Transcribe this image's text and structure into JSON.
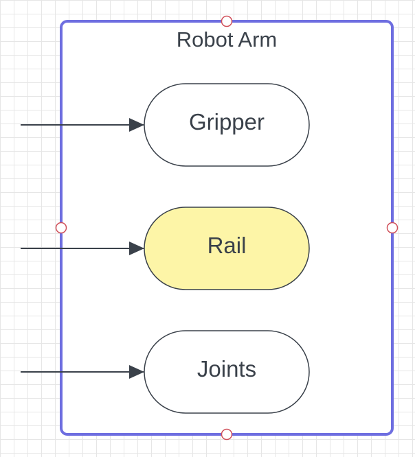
{
  "diagram": {
    "container": {
      "title": "Robot Arm",
      "border_color": "#6e6ee0"
    },
    "nodes": [
      {
        "label": "Gripper",
        "fill": "#ffffff"
      },
      {
        "label": "Rail",
        "fill": "#fdf5a7"
      },
      {
        "label": "Joints",
        "fill": "#ffffff"
      }
    ],
    "edges": [
      {
        "to": "Gripper"
      },
      {
        "to": "Rail"
      },
      {
        "to": "Joints"
      }
    ],
    "colors": {
      "stroke": "#3a414a",
      "selection_handle": "#d0505a"
    }
  }
}
